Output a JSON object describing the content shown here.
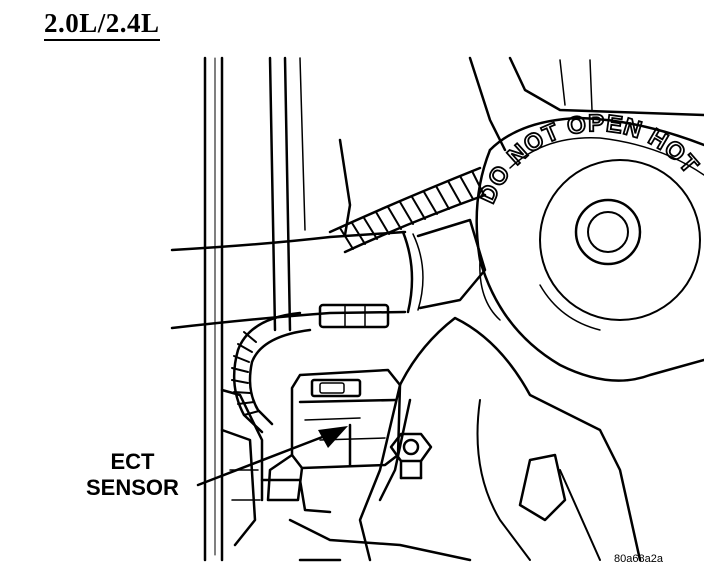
{
  "header": {
    "engine_label": "2.0L/2.4L"
  },
  "callout": {
    "line1": "ECT",
    "line2": "SENSOR"
  },
  "cap": {
    "warning_text": "DO NOT OPEN HOT"
  },
  "figure": {
    "reference_code": "80a68a2a"
  },
  "colors": {
    "ink": "#000000",
    "paper": "#ffffff"
  }
}
